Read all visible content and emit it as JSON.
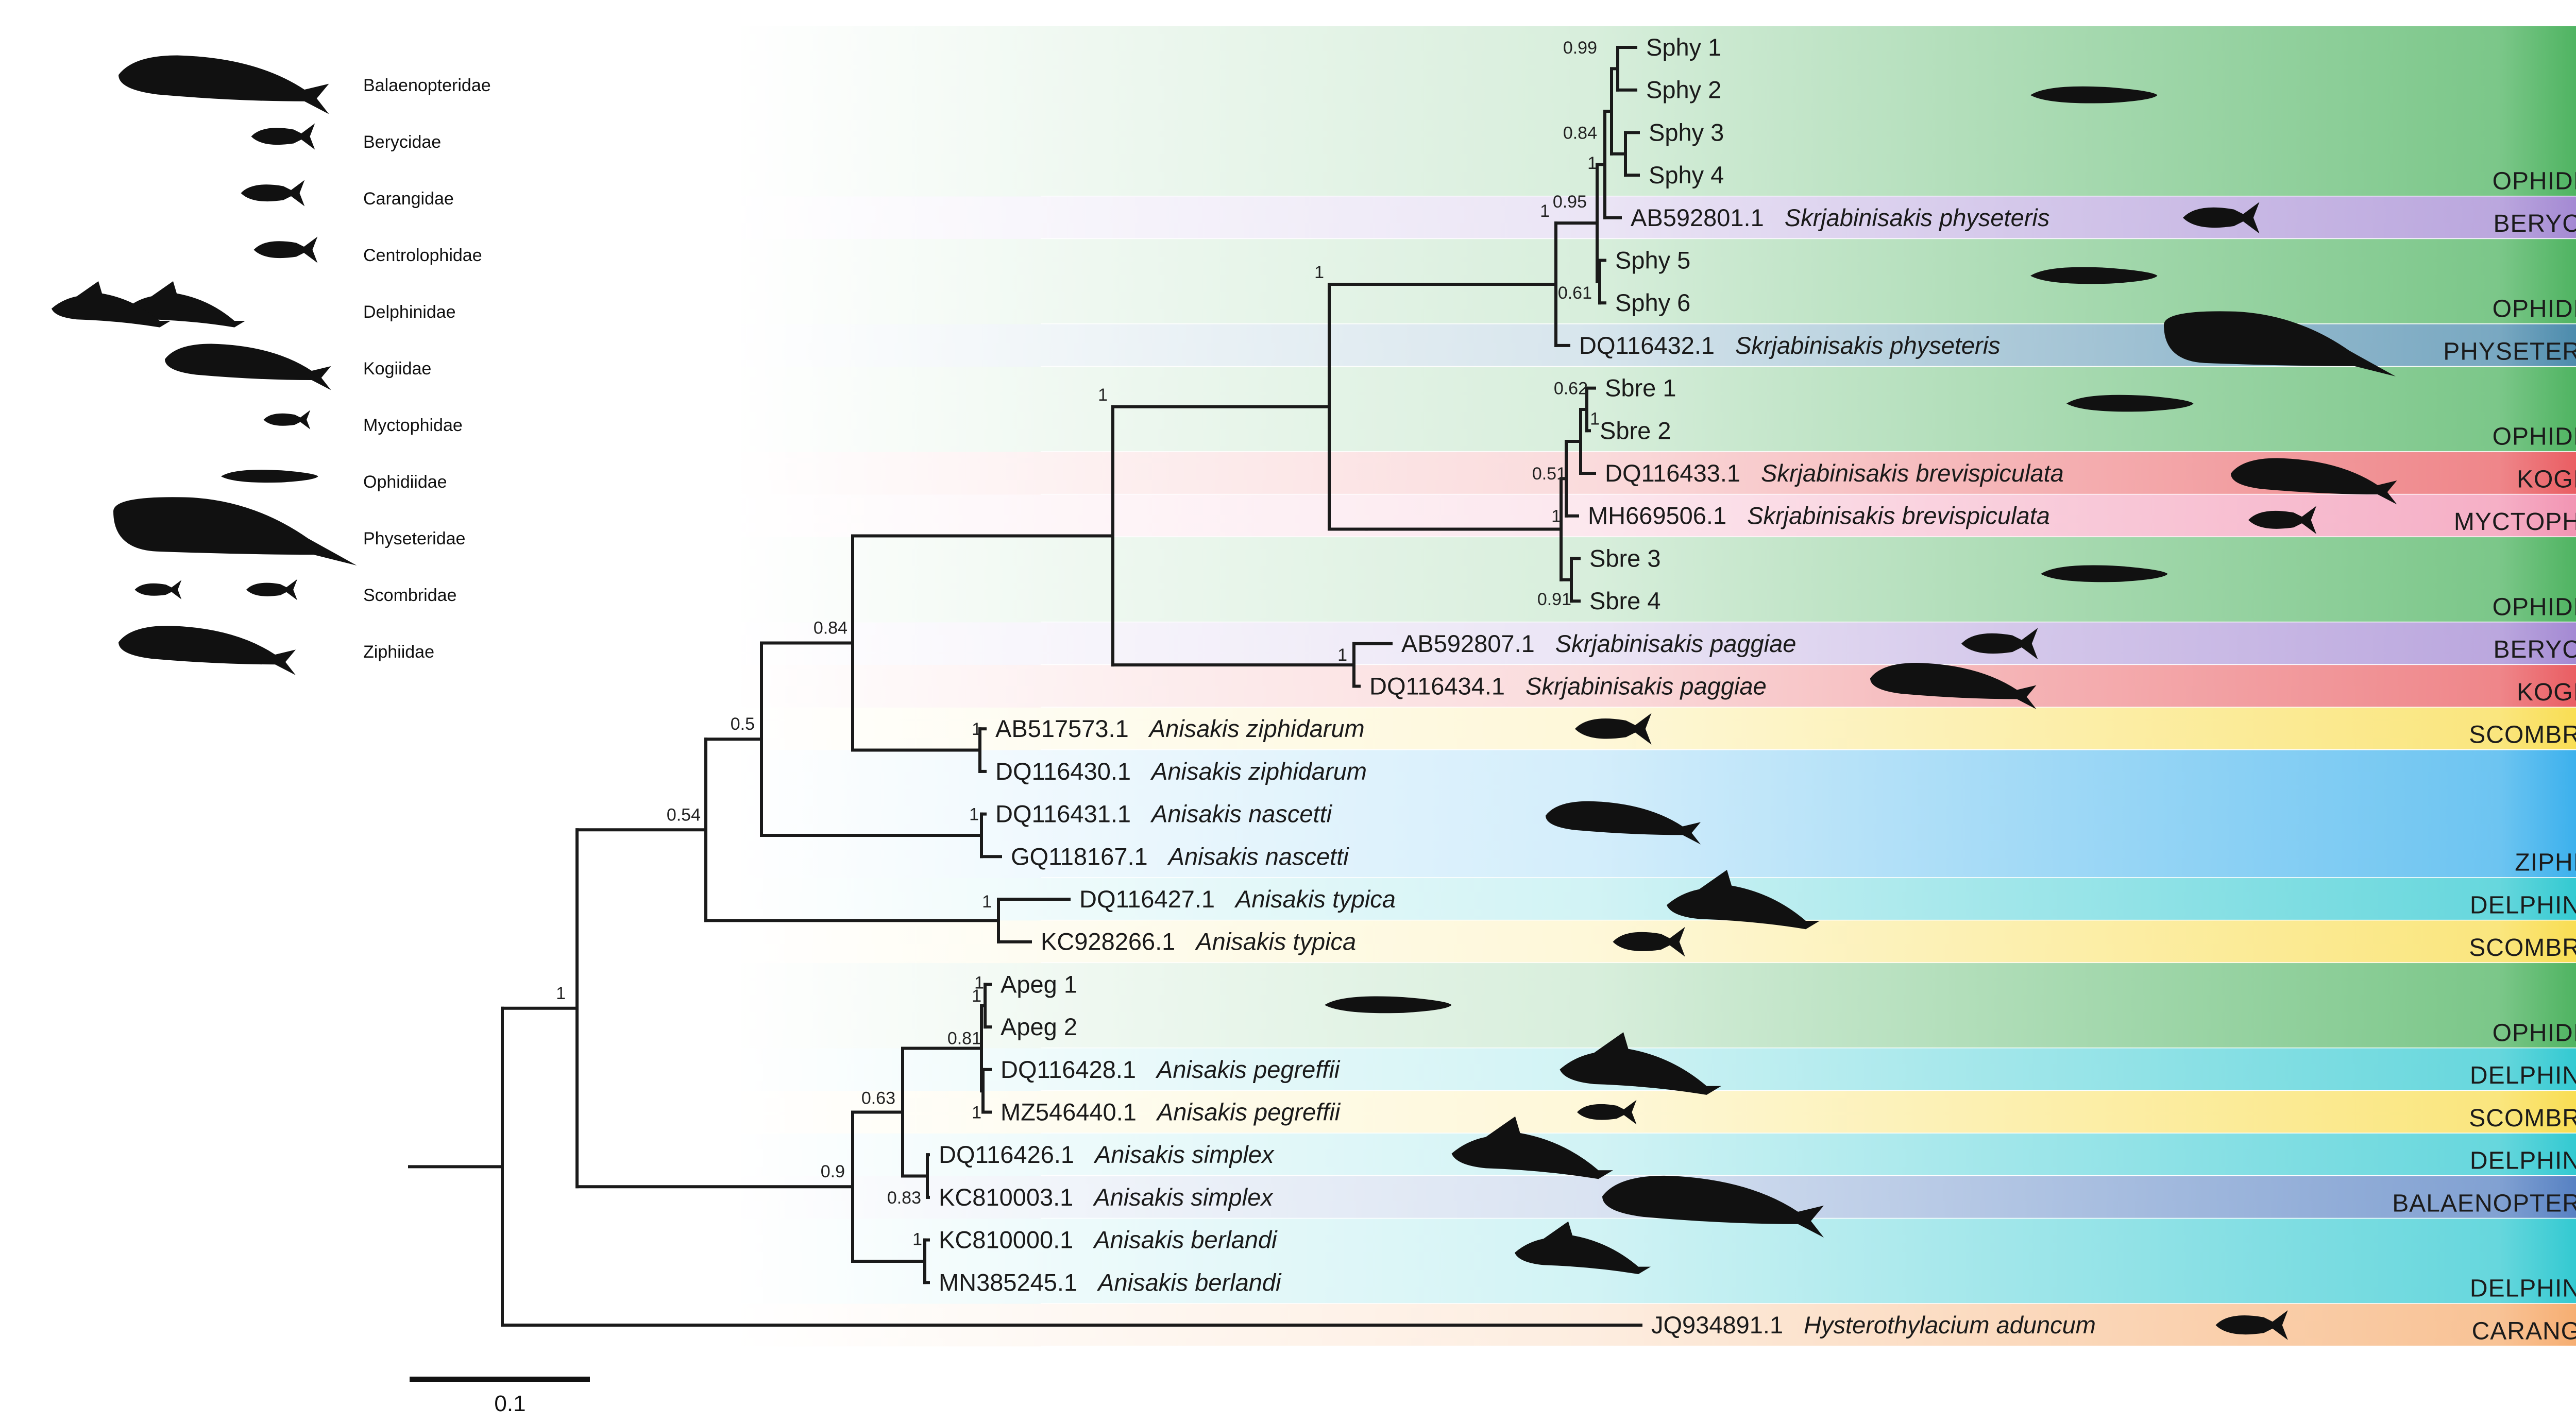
{
  "legend": [
    {
      "name": "Balaenopteridae",
      "icon": "whale-silhouette-icon"
    },
    {
      "name": "Berycidae",
      "icon": "fish-silhouette-icon"
    },
    {
      "name": "Carangidae",
      "icon": "fish-silhouette-icon"
    },
    {
      "name": "Centrolophidae",
      "icon": "fish-silhouette-icon"
    },
    {
      "name": "Delphinidae",
      "icon": "dolphin-silhouette-icon"
    },
    {
      "name": "Kogiidae",
      "icon": "whale-silhouette-icon"
    },
    {
      "name": "Myctophidae",
      "icon": "fish-silhouette-icon"
    },
    {
      "name": "Ophidiidae",
      "icon": "eel-silhouette-icon"
    },
    {
      "name": "Physeteridae",
      "icon": "sperm-whale-silhouette-icon"
    },
    {
      "name": "Scombridae",
      "icon": "tuna-silhouette-icon"
    },
    {
      "name": "Ziphiidae",
      "icon": "beaked-whale-silhouette-icon"
    }
  ],
  "tips": [
    {
      "id": "Sphy 1",
      "species": ""
    },
    {
      "id": "Sphy 2",
      "species": ""
    },
    {
      "id": "Sphy 3",
      "species": ""
    },
    {
      "id": "Sphy 4",
      "species": ""
    },
    {
      "id": "AB592801.1",
      "species": "Skrjabinisakis physeteris"
    },
    {
      "id": "Sphy 5",
      "species": ""
    },
    {
      "id": "Sphy 6",
      "species": ""
    },
    {
      "id": "DQ116432.1",
      "species": "Skrjabinisakis physeteris"
    },
    {
      "id": "Sbre 1",
      "species": ""
    },
    {
      "id": "Sbre 2",
      "species": ""
    },
    {
      "id": "DQ116433.1",
      "species": "Skrjabinisakis brevispiculata"
    },
    {
      "id": "MH669506.1",
      "species": "Skrjabinisakis brevispiculata"
    },
    {
      "id": "Sbre 3",
      "species": ""
    },
    {
      "id": "Sbre 4",
      "species": ""
    },
    {
      "id": "AB592807.1",
      "species": "Skrjabinisakis paggiae"
    },
    {
      "id": "DQ116434.1",
      "species": "Skrjabinisakis paggiae"
    },
    {
      "id": "AB517573.1",
      "species": "Anisakis ziphidarum"
    },
    {
      "id": "DQ116430.1",
      "species": "Anisakis ziphidarum"
    },
    {
      "id": "DQ116431.1",
      "species": "Anisakis nascetti"
    },
    {
      "id": "GQ118167.1",
      "species": "Anisakis nascetti"
    },
    {
      "id": "DQ116427.1",
      "species": "Anisakis typica"
    },
    {
      "id": "KC928266.1",
      "species": "Anisakis typica"
    },
    {
      "id": "Apeg 1",
      "species": ""
    },
    {
      "id": "Apeg 2",
      "species": ""
    },
    {
      "id": "DQ116428.1",
      "species": "Anisakis pegreffii"
    },
    {
      "id": "MZ546440.1",
      "species": "Anisakis pegreffii"
    },
    {
      "id": "DQ116426.1",
      "species": "Anisakis simplex"
    },
    {
      "id": "KC810003.1",
      "species": "Anisakis simplex"
    },
    {
      "id": "KC810000.1",
      "species": "Anisakis berlandi"
    },
    {
      "id": "MN385245.1",
      "species": "Anisakis berlandi"
    },
    {
      "id": "JQ934891.1",
      "species": "Hysterothylacium aduncum"
    }
  ],
  "hosts": [
    {
      "label": "OPHIDIIDAE",
      "color": "#23a13a"
    },
    {
      "label": "BERYCIDAE",
      "color": "#8d6cc8"
    },
    {
      "label": "OPHIDIIDAE",
      "color": "#23a13a"
    },
    {
      "label": "PHYSETERIDAE",
      "color": "#1f6e98"
    },
    {
      "label": "OPHIDIIDAE",
      "color": "#23a13a"
    },
    {
      "label": "KOGIIDAE",
      "color": "#e4353b"
    },
    {
      "label": "MYCTOPHIDAE",
      "color": "#ef7aa0"
    },
    {
      "label": "OPHIDIIDAE",
      "color": "#23a13a"
    },
    {
      "label": "BERYCIDAE",
      "color": "#8d6cc8"
    },
    {
      "label": "KOGIIDAE",
      "color": "#e4353b"
    },
    {
      "label": "SCOMBRIDAE",
      "color": "#f7d528"
    },
    {
      "label": "ZIPHIIDAE",
      "color": "#0b9de8"
    },
    {
      "label": "DELPHINIDAE",
      "color": "#00bcc6"
    },
    {
      "label": "SCOMBRIDAE",
      "color": "#f7d528"
    },
    {
      "label": "OPHIDIIDAE",
      "color": "#23a13a"
    },
    {
      "label": "DELPHINIDAE",
      "color": "#00bcc6"
    },
    {
      "label": "SCOMBRIDAE",
      "color": "#f7d528"
    },
    {
      "label": "DELPHINIDAE",
      "color": "#00bcc6"
    },
    {
      "label": "BALAENOPTERIDAE",
      "color": "#2d62b4"
    },
    {
      "label": "DELPHINIDAE",
      "color": "#00bcc6"
    },
    {
      "label": "CARANGIDAE",
      "color": "#f49a4f"
    }
  ],
  "supports": [
    "0.99",
    "0.84",
    "1",
    "0.95",
    "1",
    "0.61",
    "1",
    "0.62",
    "1",
    "0.51",
    "1",
    "0.91",
    "1",
    "1",
    "1",
    "0.84",
    "1",
    "1",
    "0.5",
    "1",
    "0.54",
    "1",
    "0.81",
    "1",
    "0.63",
    "0.83",
    "0.9",
    "1",
    "1",
    "1"
  ],
  "scale_bar": {
    "label": "0.1",
    "length": 0.1
  }
}
